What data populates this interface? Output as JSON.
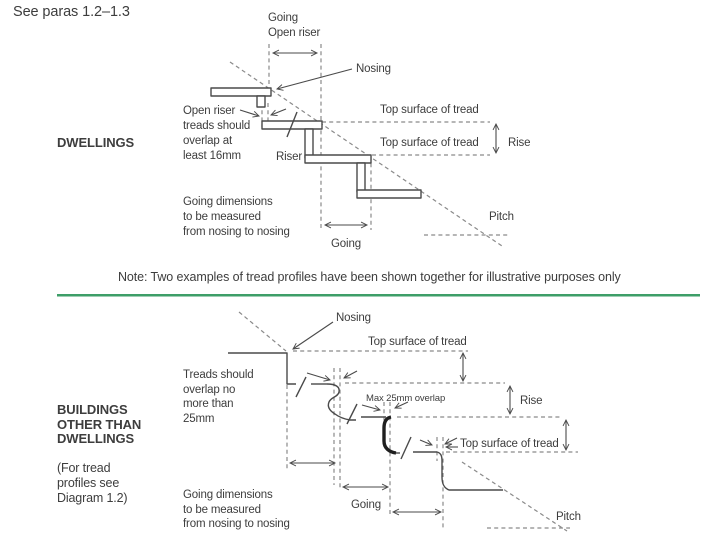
{
  "page": {
    "see_paras": "See paras 1.2–1.3"
  },
  "colors": {
    "accent_green": "#3e9e68",
    "text": "#3d3d3d",
    "line_dark": "#4a4a4a",
    "line_dashed": "#8a8a8a",
    "profile_emphasis": "#1f1f1f"
  },
  "top_diagram": {
    "section_label": "DWELLINGS",
    "labels": {
      "going_open_riser": [
        "Going",
        "Open riser"
      ],
      "nosing": "Nosing",
      "top_surface_1": "Top surface of tread",
      "top_surface_2": "Top surface of tread",
      "rise": "Rise",
      "riser": "Riser",
      "overlap_note": [
        "Open riser",
        "treads should",
        "overlap at",
        "least 16mm"
      ],
      "going_note": [
        "Going dimensions",
        "to be measured",
        "from nosing to nosing"
      ],
      "going": "Going",
      "pitch": "Pitch"
    }
  },
  "note": "Note: Two examples of tread profiles have been shown together for illustrative purposes only",
  "bottom_diagram": {
    "section_label_lines": [
      "BUILDINGS",
      "OTHER THAN",
      "DWELLINGS"
    ],
    "sub_label_lines": [
      "(For tread",
      "profiles see",
      "Diagram 1.2)"
    ],
    "labels": {
      "nosing": "Nosing",
      "top_surface_1": "Top surface of tread",
      "top_surface_2": "Top surface of tread",
      "rise": "Rise",
      "max_overlap": "Max 25mm overlap",
      "overlap_note": [
        "Treads should",
        "overlap no",
        "more than",
        "25mm"
      ],
      "going_note": [
        "Going dimensions",
        "to be measured",
        "from nosing to nosing"
      ],
      "going": "Going",
      "pitch": "Pitch"
    }
  }
}
